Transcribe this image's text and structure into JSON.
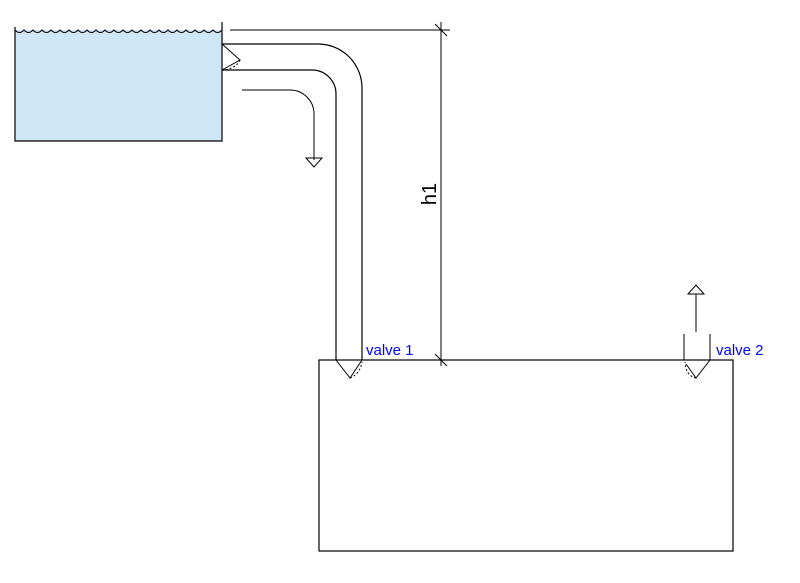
{
  "labels": {
    "valve1": "valve 1",
    "valve2": "valve 2",
    "height": "h1"
  },
  "colors": {
    "water": "#cfe6f7",
    "label": "#0000ff",
    "line": "#000000"
  }
}
